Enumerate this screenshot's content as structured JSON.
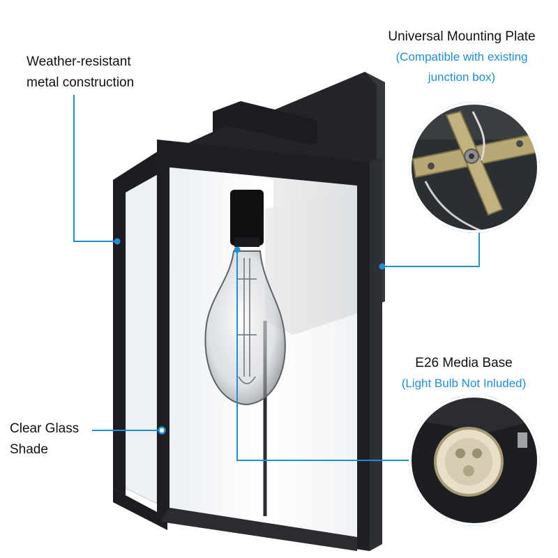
{
  "callouts": {
    "weather": {
      "line1": "Weather-resistant",
      "line2": "metal construction"
    },
    "mounting": {
      "title": "Universal Mounting Plate",
      "note1": "(Compatible with existing",
      "note2": "junction box)"
    },
    "base": {
      "title": "E26 Media Base",
      "note": "(Light Bulb Not Inluded)"
    },
    "glass": {
      "line1": "Clear Glass",
      "line2": "Shade"
    }
  },
  "colors": {
    "accent": "#1e8fd6",
    "fixture": "#1d1f22",
    "text": "#111111"
  }
}
